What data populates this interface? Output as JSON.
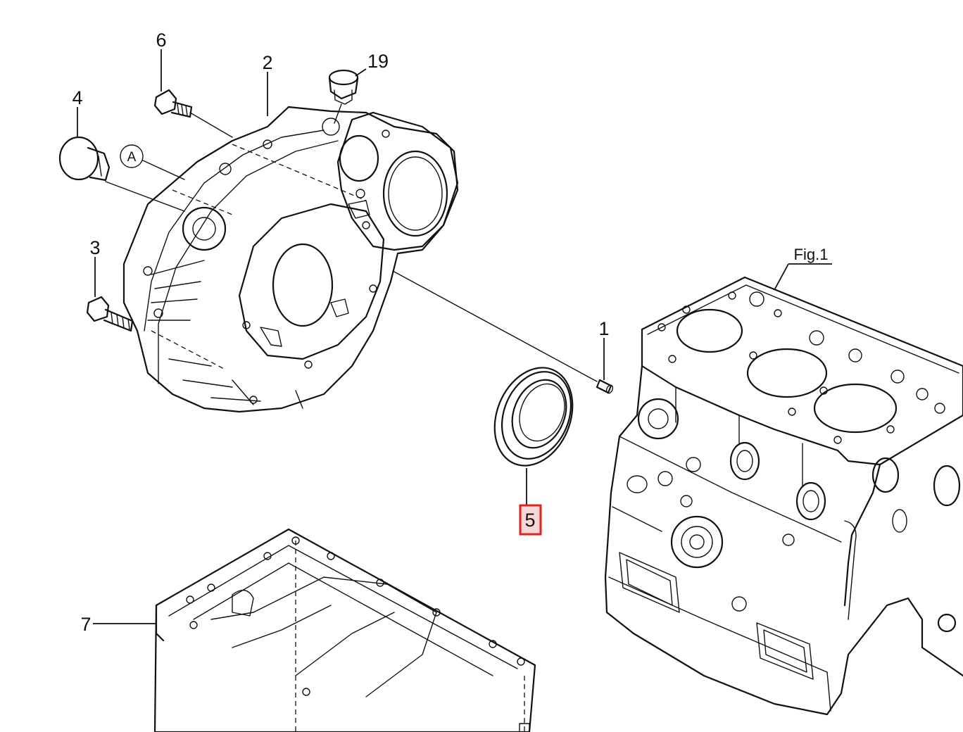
{
  "figure_label": "Fig.1",
  "callout_marker": "A",
  "highlight_color": "#e0241c",
  "selected_part": "5",
  "parts": [
    {
      "key": "p1",
      "number": "1",
      "icon": "dowel-pin-icon"
    },
    {
      "key": "p2",
      "number": "2",
      "icon": "flywheel-housing-icon"
    },
    {
      "key": "p3",
      "number": "3",
      "icon": "bolt-icon"
    },
    {
      "key": "p4",
      "number": "4",
      "icon": "plug-cap-icon"
    },
    {
      "key": "p5",
      "number": "5",
      "icon": "oil-seal-icon"
    },
    {
      "key": "p6",
      "number": "6",
      "icon": "bolt-icon"
    },
    {
      "key": "p7",
      "number": "7",
      "icon": "oil-pan-icon"
    },
    {
      "key": "p19",
      "number": "19",
      "icon": "plug-icon"
    }
  ],
  "labels": {
    "p1": "1",
    "p2": "2",
    "p3": "3",
    "p4": "4",
    "p5": "5",
    "p6": "6",
    "p7": "7",
    "p19": "19"
  }
}
